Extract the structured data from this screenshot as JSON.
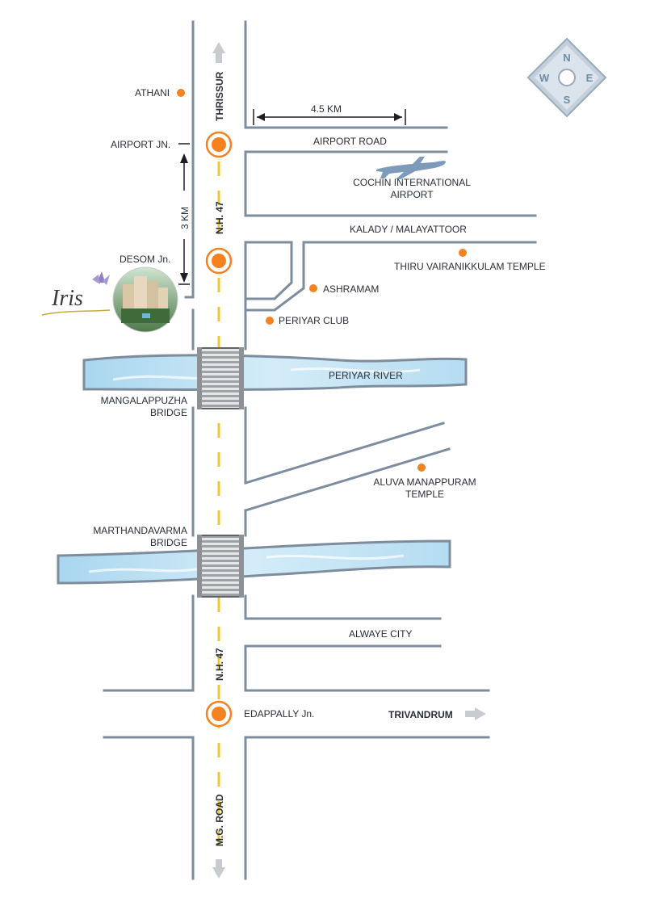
{
  "compass": {
    "n": "N",
    "s": "S",
    "e": "E",
    "w": "W"
  },
  "highway": {
    "north_label": "THRISSUR",
    "nh_label_1": "N.H. 47",
    "nh_label_2": "N.H. 47",
    "south_label": "M.G. ROAD"
  },
  "places": {
    "athani": "ATHANI",
    "airport_jn": "AIRPORT JN.",
    "desom_jn": "DESOM Jn.",
    "airport_road": "AIRPORT ROAD",
    "airport_name_1": "COCHIN INTERNATIONAL",
    "airport_name_2": "AIRPORT",
    "kalady": "KALADY / MALAYATTOOR",
    "thiru_temple": "THIRU VAIRANIKKULAM TEMPLE",
    "ashramam": "ASHRAMAM",
    "periyar_club": "PERIYAR CLUB",
    "periyar_river": "PERIYAR RIVER",
    "mangalappuzha_1": "MANGALAPPUZHA",
    "mangalappuzha_2": "BRIDGE",
    "aluva_temple_1": "ALUVA MANAPPURAM",
    "aluva_temple_2": "TEMPLE",
    "marthandavarma_1": "MARTHANDAVARMA",
    "marthandavarma_2": "BRIDGE",
    "alwaye_city": "ALWAYE CITY",
    "edappally": "EDAPPALLY Jn.",
    "trivandrum": "TRIVANDRUM"
  },
  "distances": {
    "km_4_5": "4.5 KM",
    "km_3": "3 KM"
  },
  "brand": {
    "logo_text": "Iris"
  },
  "colors": {
    "road": "#7d8d9e",
    "center_dash": "#f3c62a",
    "marker": "#f58220",
    "river": "#bfe0f3",
    "bridge": "#a7aaad",
    "compass": "#c3d0dc"
  }
}
